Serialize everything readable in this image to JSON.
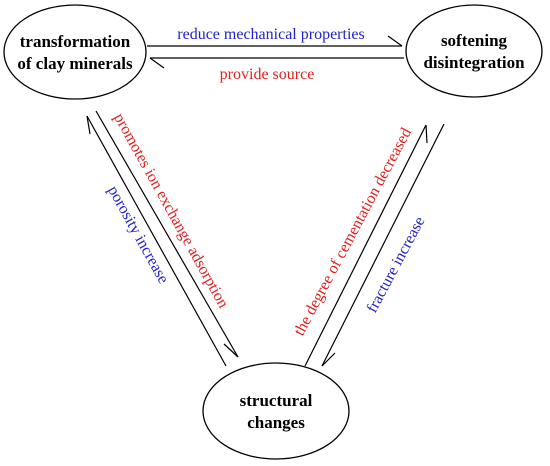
{
  "nodes": {
    "clay": {
      "line1": "transformation",
      "line2": "of clay minerals"
    },
    "softening": {
      "line1": "softening",
      "line2": "disintegration"
    },
    "structural": {
      "line1": "structural",
      "line2": "changes"
    }
  },
  "edges": {
    "clay_to_softening": "reduce mechanical properties",
    "softening_to_clay": "provide source",
    "clay_to_structural": "promotes ion exchange adsorption",
    "structural_to_clay": "porosity increase",
    "softening_to_structural": "fracture increase",
    "structural_to_softening": "the degree of cementation decreased"
  },
  "colors": {
    "red": "#e02020",
    "blue": "#2323c8",
    "line": "#000000"
  }
}
